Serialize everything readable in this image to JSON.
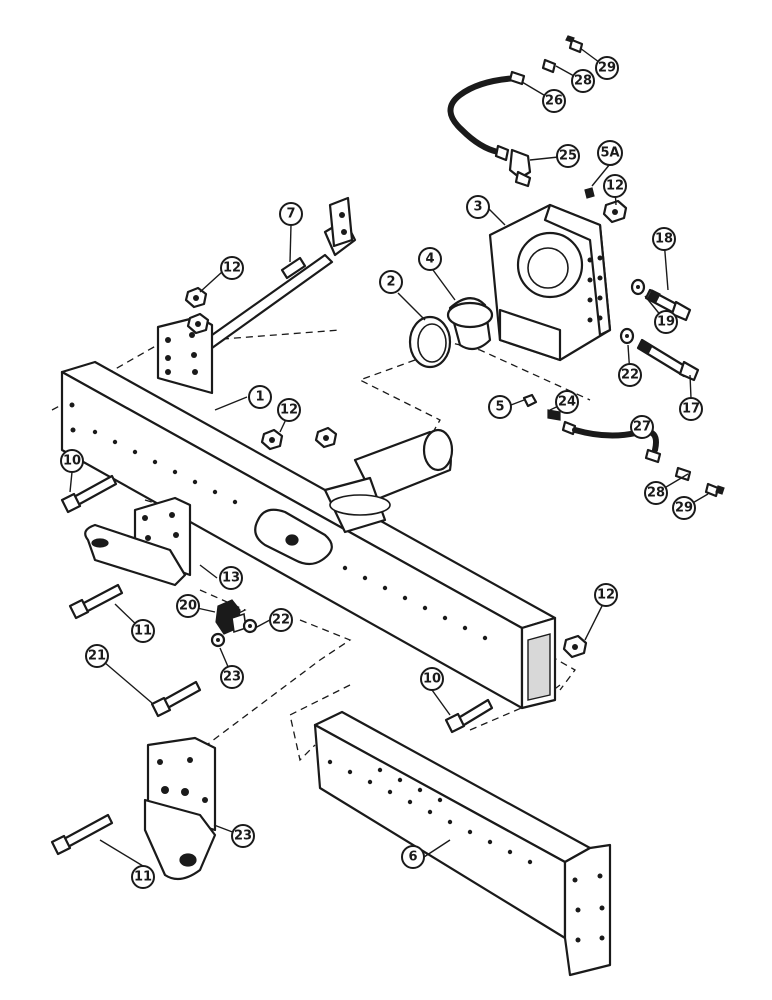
{
  "callouts": [
    {
      "id": "1",
      "label": "1"
    },
    {
      "id": "2",
      "label": "2"
    },
    {
      "id": "3",
      "label": "3"
    },
    {
      "id": "4",
      "label": "4"
    },
    {
      "id": "5",
      "label": "5"
    },
    {
      "id": "5a",
      "label": "5A"
    },
    {
      "id": "6",
      "label": "6"
    },
    {
      "id": "7",
      "label": "7"
    },
    {
      "id": "10a",
      "label": "10"
    },
    {
      "id": "10b",
      "label": "10"
    },
    {
      "id": "11a",
      "label": "11"
    },
    {
      "id": "11b",
      "label": "11"
    },
    {
      "id": "12a",
      "label": "12"
    },
    {
      "id": "12b",
      "label": "12"
    },
    {
      "id": "12c",
      "label": "12"
    },
    {
      "id": "12d",
      "label": "12"
    },
    {
      "id": "13",
      "label": "13"
    },
    {
      "id": "17",
      "label": "17"
    },
    {
      "id": "18",
      "label": "18"
    },
    {
      "id": "19",
      "label": "19"
    },
    {
      "id": "20",
      "label": "20"
    },
    {
      "id": "21",
      "label": "21"
    },
    {
      "id": "22a",
      "label": "22"
    },
    {
      "id": "22b",
      "label": "22"
    },
    {
      "id": "23a",
      "label": "23"
    },
    {
      "id": "23b",
      "label": "23"
    },
    {
      "id": "24",
      "label": "24"
    },
    {
      "id": "25",
      "label": "25"
    },
    {
      "id": "26",
      "label": "26"
    },
    {
      "id": "27",
      "label": "27"
    },
    {
      "id": "28a",
      "label": "28"
    },
    {
      "id": "28b",
      "label": "28"
    },
    {
      "id": "29a",
      "label": "29"
    },
    {
      "id": "29b",
      "label": "29"
    }
  ]
}
